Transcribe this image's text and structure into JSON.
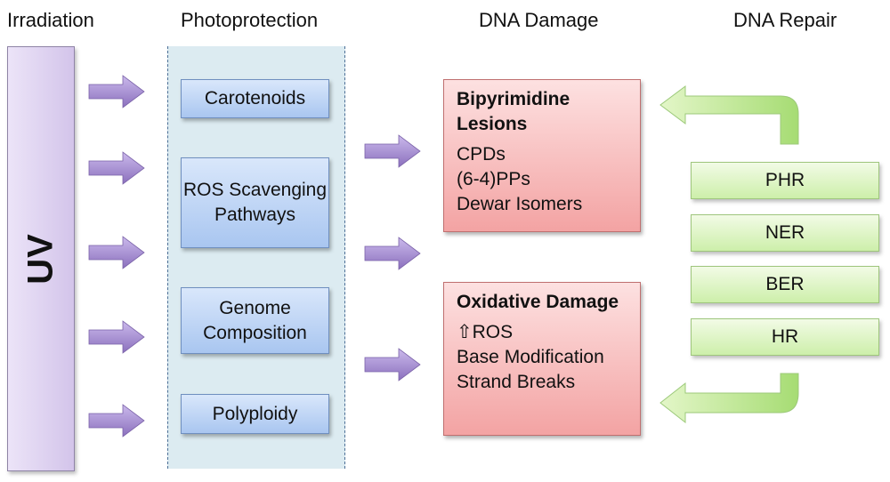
{
  "headings": {
    "irradiation": "Irradiation",
    "photoprotection": "Photoprotection",
    "dna_damage": "DNA Damage",
    "dna_repair": "DNA Repair"
  },
  "uv_label": "UV",
  "photoprotection_items": [
    "Carotenoids",
    "ROS Scavenging Pathways",
    "Genome Composition",
    "Polyploidy"
  ],
  "damage": {
    "bipyrimidine": {
      "title": "Bipyrimidine Lesions",
      "items": [
        "CPDs",
        "(6-4)PPs",
        "Dewar Isomers"
      ]
    },
    "oxidative": {
      "title": "Oxidative Damage",
      "items": [
        "⇧ROS",
        "Base Modification",
        "Strand Breaks"
      ]
    }
  },
  "repair_items": [
    "PHR",
    "NER",
    "BER",
    "HR"
  ],
  "colors": {
    "arrow_purple": "#9a83c8",
    "arrow_green": "#b7e38c",
    "uv_fill": "#d9cbee",
    "photo_box": "#b9d1f3",
    "damage_box": "#f6b3b3",
    "repair_box": "#d8f2bb"
  }
}
